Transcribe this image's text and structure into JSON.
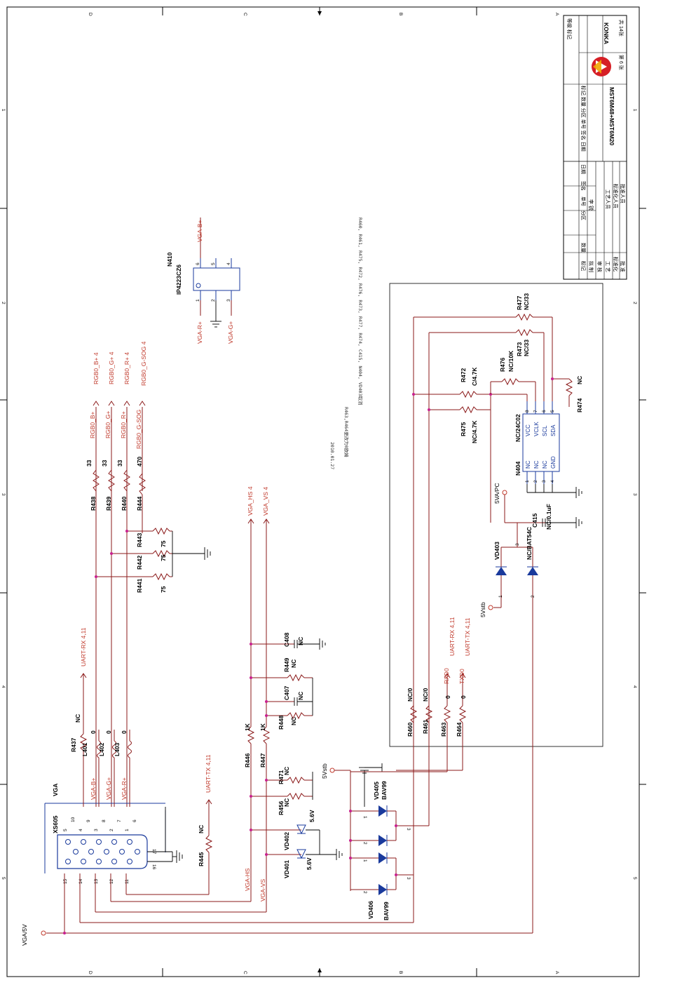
{
  "frame": {
    "letters": [
      "D",
      "C",
      "B",
      "A"
    ],
    "numbers": [
      "1",
      "2",
      "3",
      "4",
      "5"
    ]
  },
  "title_block": {
    "company": "KONKA",
    "drawing_title": "MST6M48+MST6M20",
    "sheet_no": "第 6 张",
    "sheet_total": "共 14张",
    "grade_mark": "等级 标记",
    "cols_top": "标记 数量 分区 单号 签名 日期",
    "rows": [
      "标记",
      "数量",
      "拟 制",
      "审 核",
      "工 艺",
      "标准化",
      "批 准"
    ],
    "header_labels": [
      "分区",
      "单号",
      "签名",
      "日期"
    ],
    "names": [
      "李 锐",
      "工艺人员",
      "标准化人员",
      "批准人员"
    ]
  },
  "notes": {
    "date": "2010.01.27",
    "line1": "R463,R464更改为0欧姆",
    "line2": "R460, R461, R475, R472, R476, R473, R477, R474, C415, N404, VD403取消"
  },
  "connector": {
    "ref": "XS605",
    "type": "VGA",
    "pins_row1": [
      "5",
      "4",
      "3",
      "2",
      "1"
    ],
    "pins_row2": [
      "10",
      "9",
      "8",
      "7",
      "6"
    ],
    "pins_row3": [
      "15",
      "14",
      "13",
      "12",
      "11"
    ],
    "pin16": "16",
    "pin17": "17"
  },
  "nets": {
    "vga_5v": "VGA/5V",
    "vga_hs": "VGA-HS",
    "vga_vs": "VGA-VS",
    "vga_b": "VGA-B+",
    "vga_g": "VGA-G+",
    "vga_r": "VGA-R+",
    "uart_rx": "UART-RX  4,11",
    "uart_tx": "UART-TX  4,11",
    "uart_rx2": "UART-RX  4,11",
    "uart_tx2": "UART-TX  4,11",
    "rxd0": "RXD0",
    "txd0": "TXD0",
    "vga_hs_off": "VGA_HS  4",
    "vga_vs_off": "VGA_VS  4",
    "rgb_b": "RGB0_B+",
    "rgb_g": "RGB0_G+",
    "rgb_r": "RGB0_R+",
    "rgb_sog": "RGB0_G-SOG",
    "rgb_b_off": "RGB0_B+  4",
    "rgb_g_off": "RGB0_G+  4",
    "rgb_r_off": "RGB0_R+  4",
    "rgb_sog_off": "RGB0_G-SOG  4",
    "v5stb_a": "5Vstb",
    "v5stb_b": "5Vstb",
    "v5va_pc": "5VA/PC",
    "n410_r": "VGA-R+",
    "n410_g": "VGA-G+",
    "n410_b": "VGA-B+"
  },
  "components": {
    "R437": {
      "ref": "R437",
      "val": "NC"
    },
    "L401": {
      "ref": "L401",
      "val": "0"
    },
    "L402": {
      "ref": "L402",
      "val": "0"
    },
    "L403": {
      "ref": "L403",
      "val": "0"
    },
    "R438": {
      "ref": "R438",
      "val": "33"
    },
    "R439": {
      "ref": "R439",
      "val": "33"
    },
    "R440": {
      "ref": "R440",
      "val": "33"
    },
    "R444": {
      "ref": "R444",
      "val": "470"
    },
    "R441": {
      "ref": "R441",
      "val": "75"
    },
    "R442": {
      "ref": "R442",
      "val": "75"
    },
    "R443": {
      "ref": "R443",
      "val": "75"
    },
    "R445": {
      "ref": "R445",
      "val": "NC"
    },
    "R446": {
      "ref": "R446",
      "val": "1K"
    },
    "R447": {
      "ref": "R447",
      "val": "1K"
    },
    "R448": {
      "ref": "R448",
      "val": "NC"
    },
    "R449": {
      "ref": "R449",
      "val": "NC"
    },
    "C407": {
      "ref": "C407",
      "val": "NC"
    },
    "C408": {
      "ref": "C408",
      "val": "NC"
    },
    "R471": {
      "ref": "R471",
      "val": "NC"
    },
    "R456": {
      "ref": "R456",
      "val": "NC"
    },
    "VD401": {
      "ref": "VD401",
      "val": "5.6V"
    },
    "VD402": {
      "ref": "VD402",
      "val": "5.6V"
    },
    "VD405": {
      "ref": "VD405",
      "val": "BAV99"
    },
    "VD406": {
      "ref": "VD406",
      "val": "BAV99"
    },
    "R460": {
      "ref": "R460",
      "val": "NC/0"
    },
    "R461": {
      "ref": "R461",
      "val": "NC/0"
    },
    "R463": {
      "ref": "R463",
      "val": "0"
    },
    "R464": {
      "ref": "R464",
      "val": "0"
    },
    "VD403": {
      "ref": "VD403",
      "val": "NC/BAT54C"
    },
    "C415": {
      "ref": "C415",
      "val": "NC/0.1uF"
    },
    "N404": {
      "ref": "N404",
      "val": "NC/24C02"
    },
    "R475": {
      "ref": "R475",
      "val": "NC/4.7K"
    },
    "R472": {
      "ref": "R472",
      "val": "C/4.7K"
    },
    "R476": {
      "ref": "R476",
      "val": "NC/10K"
    },
    "R473": {
      "ref": "R473",
      "val": "NC/33"
    },
    "R477": {
      "ref": "R477",
      "val": "NC/33"
    },
    "R474": {
      "ref": "R474",
      "val": "NC"
    },
    "N410": {
      "ref": "N410",
      "val": "IP4223CZ6"
    }
  },
  "n404_pins": {
    "left": [
      "NC",
      "NC",
      "NC",
      "GND"
    ],
    "right": [
      "VCC",
      "VCLK",
      "SCL",
      "SDA"
    ],
    "left_nums": [
      "1",
      "2",
      "3",
      "4"
    ],
    "right_nums": [
      "8",
      "7",
      "6",
      "5"
    ]
  },
  "n410_pins": [
    "1",
    "2",
    "3",
    "4",
    "5",
    "6"
  ],
  "diode_pins": [
    "1",
    "2",
    "3",
    "1",
    "2",
    "3",
    "1",
    "2",
    "3",
    "1",
    "2",
    "3"
  ]
}
